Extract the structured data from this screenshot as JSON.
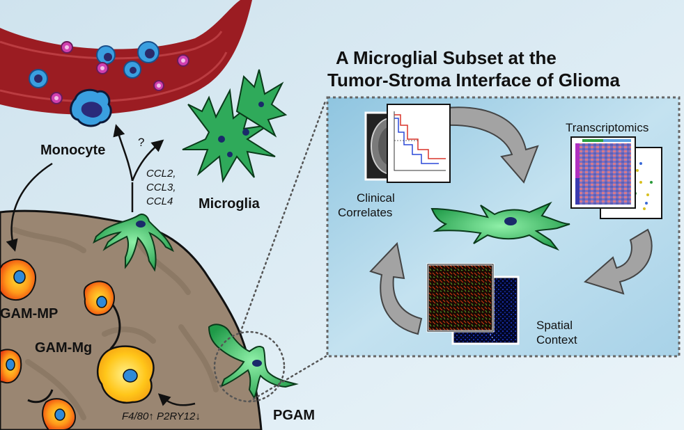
{
  "title": {
    "line1": "A Microglial Subset at the",
    "line2": "Tumor-Stroma Interface of Glioma"
  },
  "labels": {
    "monocyte": "Monocyte",
    "microglia": "Microglia",
    "question": "?",
    "ccl2": "CCL2,",
    "ccl3": "CCL3,",
    "ccl4": "CCL4",
    "gam_mp": "GAM-MP",
    "gam_mg": "GAM-Mg",
    "markers": "F4/80↑ P2RY12↓",
    "pgam": "PGAM"
  },
  "cycle": {
    "clinical_line1": "Clinical",
    "clinical_line2": "Correlates",
    "transcriptomics": "Transcriptomics",
    "spatial_line1": "Spatial",
    "spatial_line2": "Context"
  },
  "colors": {
    "background": "#dcecf3",
    "vessel": "#9b1c22",
    "tumor": "#9a8672",
    "microglia_green": "#2faa5a",
    "inset_panel": "#b2d8ea",
    "cycle_arrow": "#a3a3a3"
  }
}
